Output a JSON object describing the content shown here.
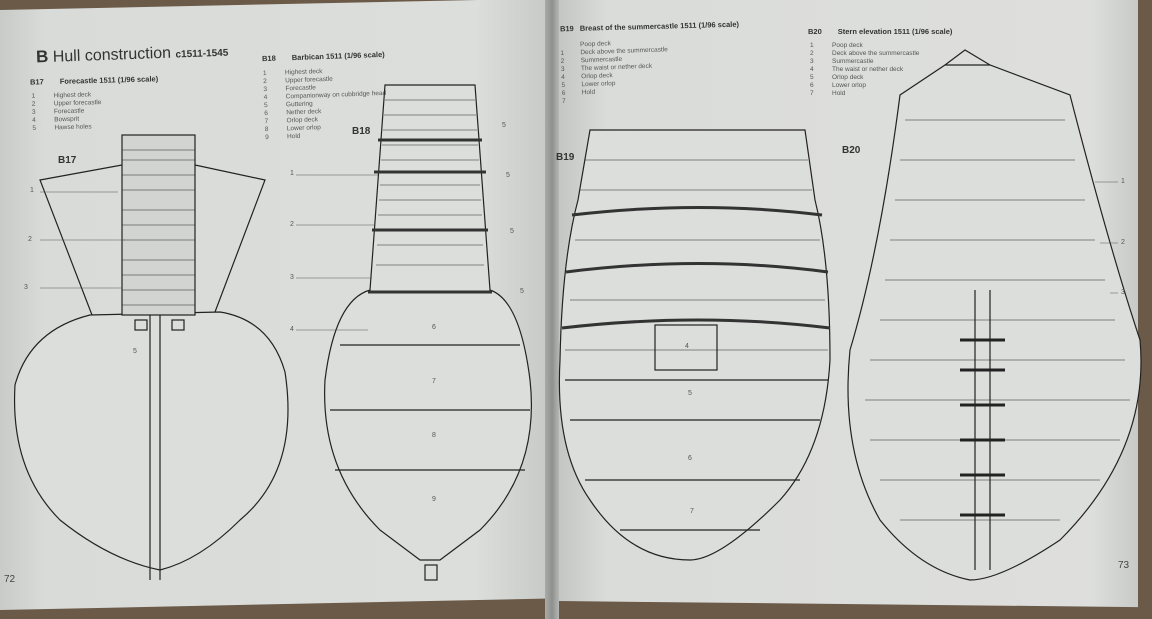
{
  "left_page": {
    "section_letter": "B",
    "section_title": "Hull construction",
    "section_dates": "c1511-1545",
    "page_number": "72",
    "figures": [
      {
        "code": "B17",
        "title": "Forecastle 1511 (1/96 scale)",
        "items": [
          {
            "n": "1",
            "label": "Highest deck"
          },
          {
            "n": "2",
            "label": "Upper forecastle"
          },
          {
            "n": "3",
            "label": "Forecastle"
          },
          {
            "n": "4",
            "label": "Bowsprit"
          },
          {
            "n": "5",
            "label": "Hawse holes"
          }
        ],
        "callouts": [
          "1",
          "2",
          "3",
          "5"
        ]
      },
      {
        "code": "B18",
        "title": "Barbican 1511 (1/96 scale)",
        "items": [
          {
            "n": "1",
            "label": "Highest deck"
          },
          {
            "n": "2",
            "label": "Upper forecastle"
          },
          {
            "n": "3",
            "label": "Forecastle"
          },
          {
            "n": "4",
            "label": "Companionway on cubbridge head"
          },
          {
            "n": "5",
            "label": "Guttering"
          },
          {
            "n": "6",
            "label": "Nether deck"
          },
          {
            "n": "7",
            "label": "Orlop deck"
          },
          {
            "n": "8",
            "label": "Lower orlop"
          },
          {
            "n": "9",
            "label": "Hold"
          }
        ],
        "callouts": [
          "1",
          "2",
          "3",
          "4",
          "5",
          "5",
          "5",
          "5",
          "6",
          "7",
          "8",
          "9"
        ]
      }
    ]
  },
  "right_page": {
    "page_number": "73",
    "figures": [
      {
        "code": "B19",
        "title": "Breast of the summercastle 1511 (1/96 scale)",
        "numbers": [
          "1",
          "2",
          "3",
          "4",
          "5",
          "6",
          "7"
        ],
        "labels": [
          "Poop deck",
          "Deck above the summercastle",
          "Summercastle",
          "The waist or nether deck",
          "Orlop deck",
          "Lower orlop",
          "Hold"
        ],
        "callouts": [
          "4",
          "5",
          "6",
          "7"
        ]
      },
      {
        "code": "B20",
        "title": "Stern elevation 1511 (1/96 scale)",
        "items": [
          {
            "n": "1",
            "label": "Poop deck"
          },
          {
            "n": "2",
            "label": "Deck above the summercastle"
          },
          {
            "n": "3",
            "label": "Summercastle"
          },
          {
            "n": "4",
            "label": "The waist or nether deck"
          },
          {
            "n": "5",
            "label": "Orlop deck"
          },
          {
            "n": "6",
            "label": "Lower orlop"
          },
          {
            "n": "7",
            "label": "Hold"
          }
        ],
        "callouts": [
          "1",
          "2",
          "3"
        ]
      }
    ]
  }
}
